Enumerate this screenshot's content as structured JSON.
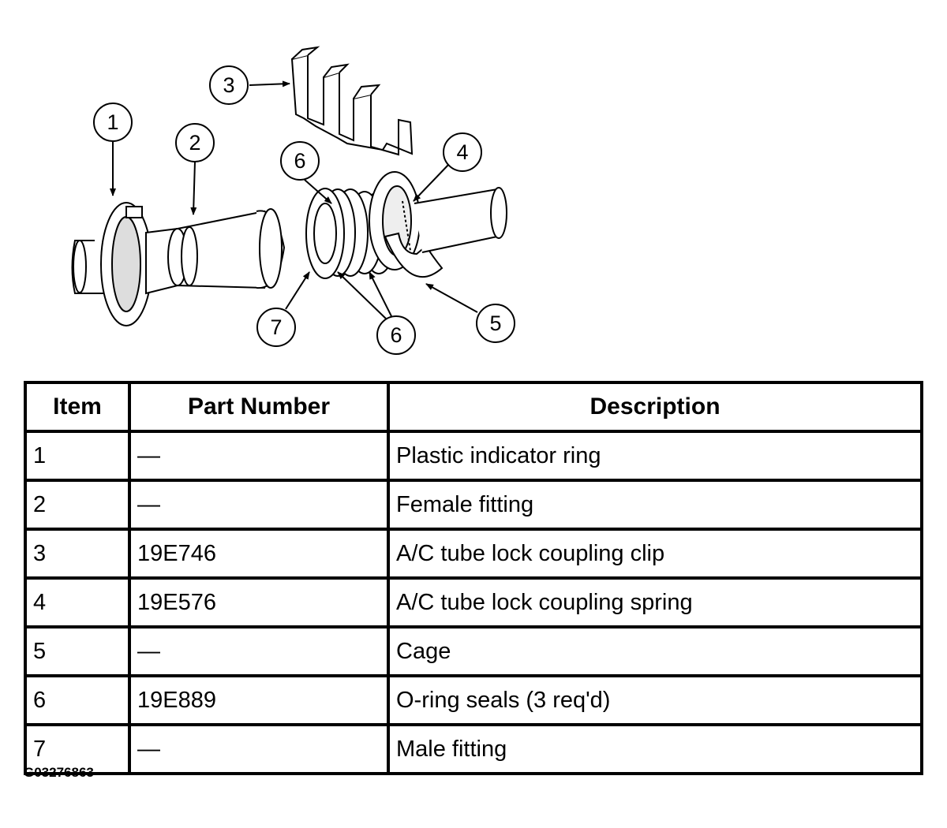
{
  "callouts": [
    "1",
    "2",
    "3",
    "4",
    "5",
    "6",
    "6",
    "7"
  ],
  "table": {
    "headers": {
      "item": "Item",
      "part_number": "Part Number",
      "description": "Description"
    },
    "rows": [
      {
        "item": "1",
        "part_number": "—",
        "description": "Plastic indicator ring"
      },
      {
        "item": "2",
        "part_number": "—",
        "description": "Female fitting"
      },
      {
        "item": "3",
        "part_number": "19E746",
        "description": "A/C tube lock coupling clip"
      },
      {
        "item": "4",
        "part_number": "19E576",
        "description": "A/C tube lock coupling spring"
      },
      {
        "item": "5",
        "part_number": "—",
        "description": "Cage"
      },
      {
        "item": "6",
        "part_number": "19E889",
        "description": "O-ring seals (3 req'd)"
      },
      {
        "item": "7",
        "part_number": "—",
        "description": "Male fitting"
      }
    ]
  },
  "figure_id": "G03276863"
}
